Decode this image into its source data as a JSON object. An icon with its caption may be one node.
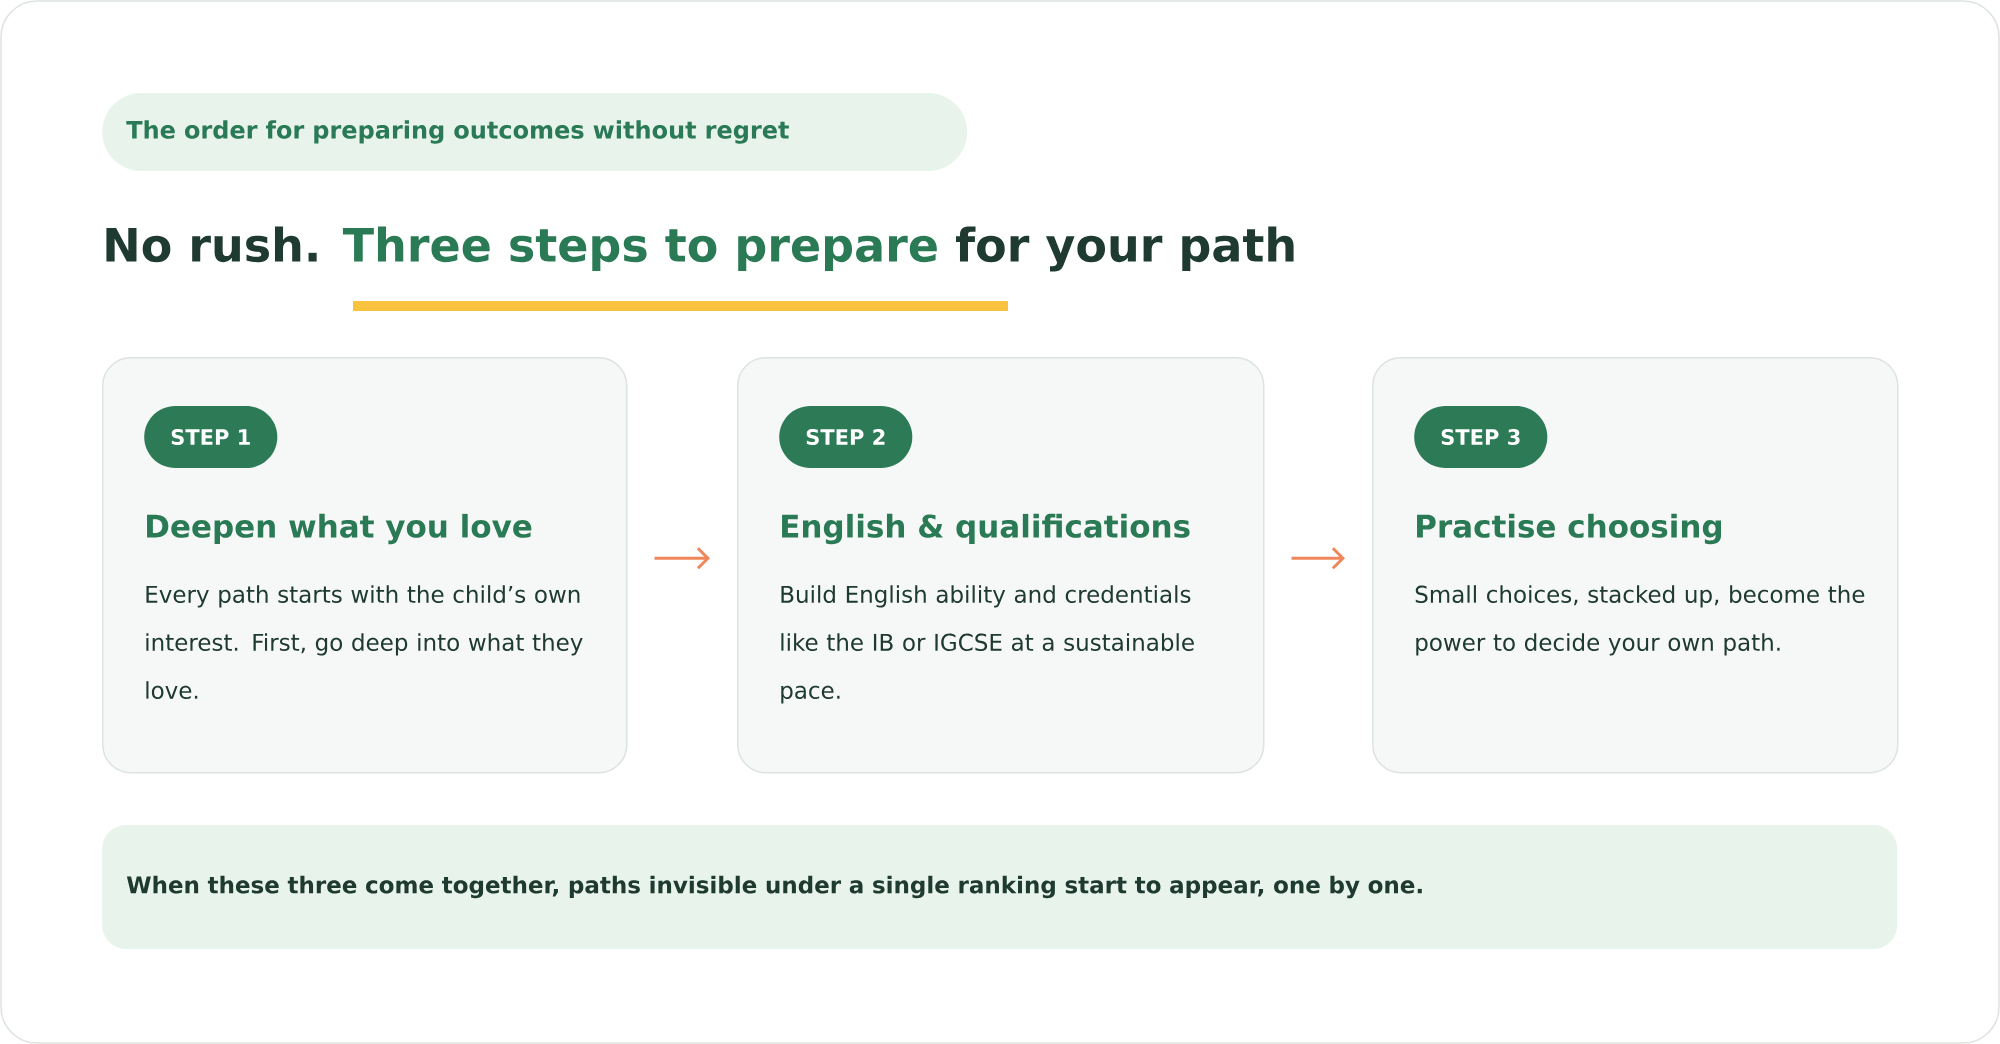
{
  "diagram": {
    "title": "No rush. **Three steps to prepare** for your path",
    "nodes": [
      {
        "text": [
          "The order for preparing outcomes without regret"
        ]
      },
      {
        "text": [
          "Deepen what you love",
          "Every path starts with the child’s own interest. First, go deep into what they love."
        ]
      },
      {
        "text": [
          "STEP 1"
        ],
        "in": 1
      },
      {
        "text": [
          "English & qualifications",
          "Build English ability and credentials like the IB or IGCSE at a sustainable pace."
        ]
      },
      {
        "text": [
          "STEP 2"
        ],
        "in": 3
      },
      {
        "text": [
          "Practise choosing",
          "Small choices, stacked up, become the power to decide your own path."
        ]
      },
      {
        "text": [
          "STEP 3"
        ],
        "in": 5
      },
      {
        "text": [
          "When these three come together, paths invisible under a single ranking start to appear, one by one."
        ]
      }
    ],
    "edges": [
      {
        "from": 1,
        "to": 3,
        "arrow": "to"
      },
      {
        "from": 3,
        "to": 5,
        "arrow": "to"
      }
    ]
  }
}
